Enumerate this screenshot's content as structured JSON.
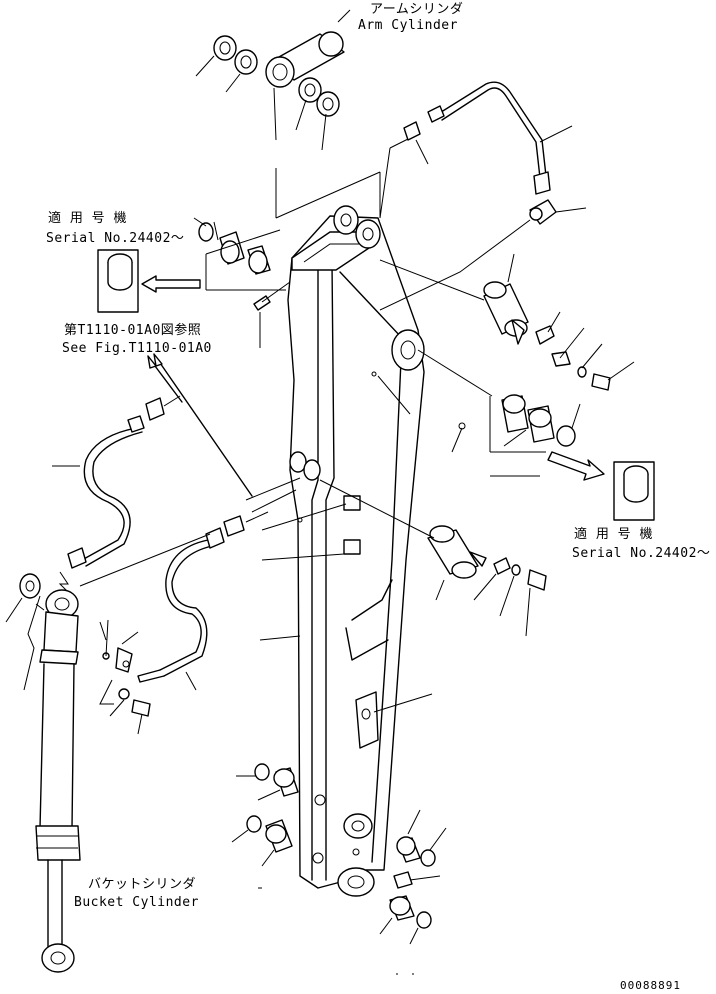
{
  "labels": {
    "arm_cylinder_jp": "アームシリンダ",
    "arm_cylinder_en": "Arm Cylinder",
    "bucket_cylinder_jp": "バケットシリンダ",
    "bucket_cylinder_en": "Bucket Cylinder",
    "applicable_serial_jp_1": "適 用 号 機",
    "applicable_serial_en_1": "Serial No.24402～",
    "applicable_serial_jp_2": "適 用 号 機",
    "applicable_serial_en_2": "Serial No.24402～",
    "see_fig_jp": "第T1110-01A0図参照",
    "see_fig_en": "See Fig.T1110-01A0",
    "drawing_number": "00088891"
  }
}
